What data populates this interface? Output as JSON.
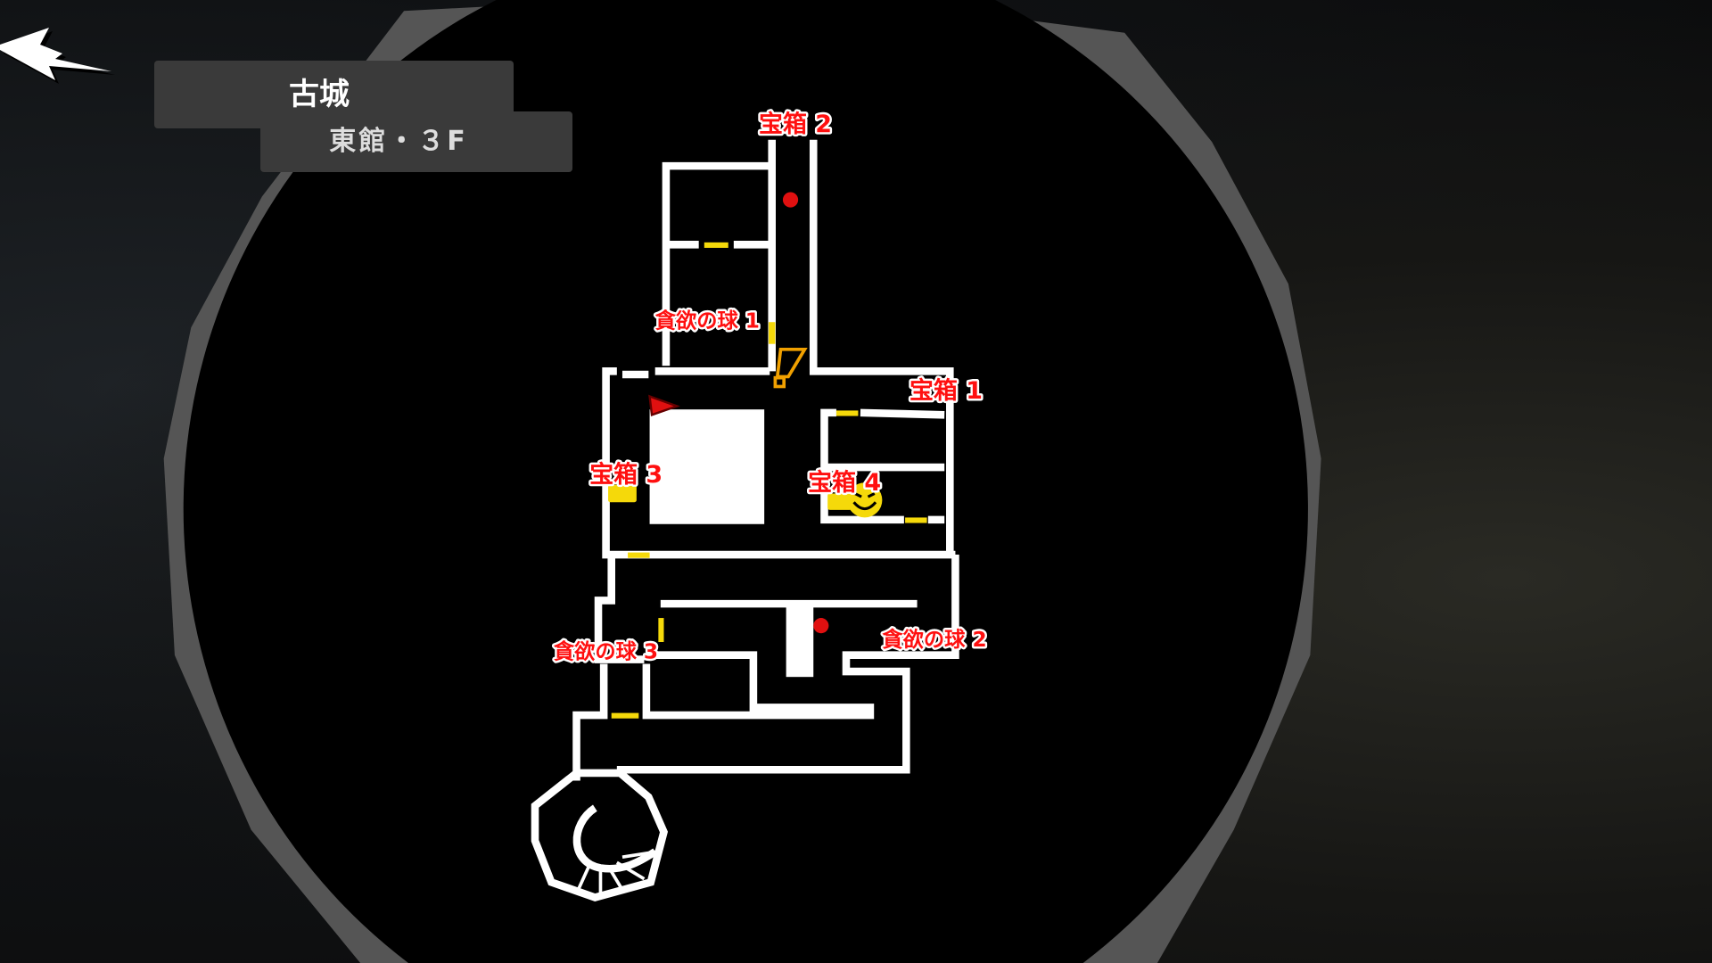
{
  "location": {
    "area": "古城",
    "floor": "東館・３F"
  },
  "back_button": {
    "icon": "back-arrow-icon"
  },
  "map_labels": {
    "chest1": "宝箱 1",
    "chest2": "宝箱 2",
    "chest3": "宝箱 3",
    "chest4": "宝箱 4",
    "orb1": "貪欲の球 1",
    "orb2": "貪欲の球 2",
    "orb3": "貪欲の球 3"
  },
  "colors": {
    "label": "#ff1010",
    "door": "#f5d90a",
    "wall": "#ffffff",
    "ring": "#555555",
    "marker": "#e01010",
    "exit": "#f0a000"
  }
}
